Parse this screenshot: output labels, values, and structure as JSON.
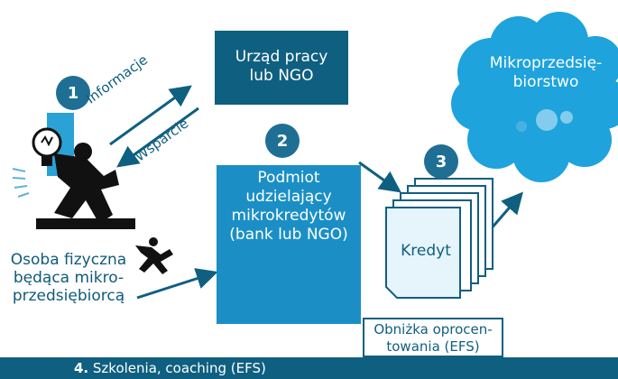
{
  "ngo_box": {
    "text": "Urząd pracy\nlub NGO"
  },
  "lender_box": {
    "text": "Podmiot\nudzielający\nmikrokredytów\n(bank lub NGO)",
    "icon": "euro-icon"
  },
  "steps": {
    "one": "1",
    "two": "2",
    "three": "3"
  },
  "arrows": {
    "info": "Informacje",
    "support": "Wsparcie"
  },
  "person_label": "Osoba fizyczna\nbędąca mikro-\nprzedsiębiorcą",
  "credit_label": "Kredyt",
  "cloud_label": "Mikroprzedsię-\nbiorstwo",
  "interest_label": "Obniżka oprocen-\ntowania (EFS)",
  "bottom_bar": {
    "number": "4.",
    "text": " Szkolenia, coaching (EFS)"
  },
  "colors": {
    "primary": "#0f5f80",
    "lender": "#1b8fc5",
    "cloud": "#20a3dc",
    "number": "#1e6f93"
  }
}
